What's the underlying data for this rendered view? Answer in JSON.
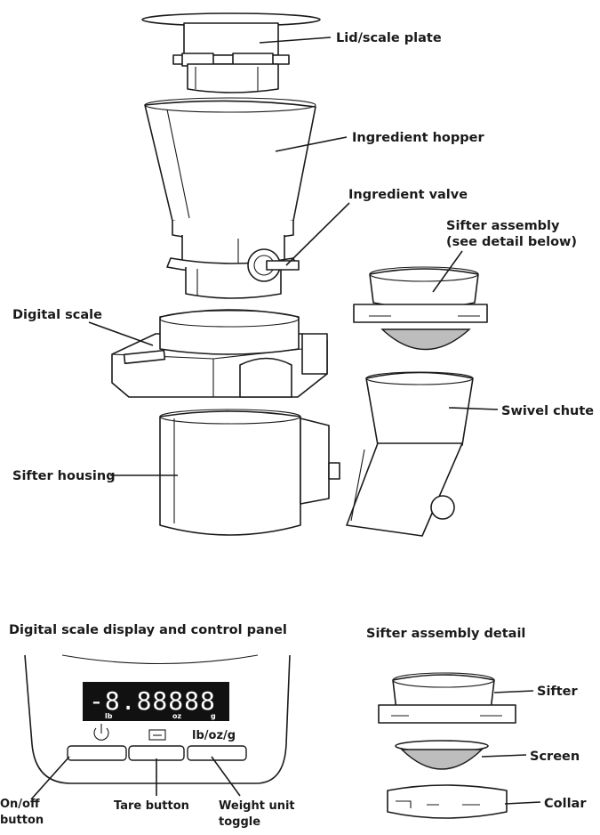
{
  "labels": {
    "lid": "Lid/scale plate",
    "hopper": "Ingredient hopper",
    "valve": "Ingredient valve",
    "sifter_assembly_1": "Sifter assembly",
    "sifter_assembly_2": "(see detail below)",
    "digital_scale": "Digital scale",
    "swivel_chute": "Swivel chute",
    "sifter_housing": "Sifter housing"
  },
  "panel": {
    "heading": "Digital scale display and control panel",
    "display_value": "-8.88888",
    "units": [
      "lb",
      "oz",
      "g"
    ],
    "power_icon": "power-icon",
    "tare_icon": "tare-icon",
    "unit_toggle_text": "lb/oz/g",
    "onoff_1": "On/off",
    "onoff_2": "button",
    "tare": "Tare button",
    "weight_1": "Weight unit",
    "weight_2": "toggle"
  },
  "detail": {
    "heading": "Sifter assembly detail",
    "sifter": "Sifter",
    "screen": "Screen",
    "collar": "Collar"
  }
}
